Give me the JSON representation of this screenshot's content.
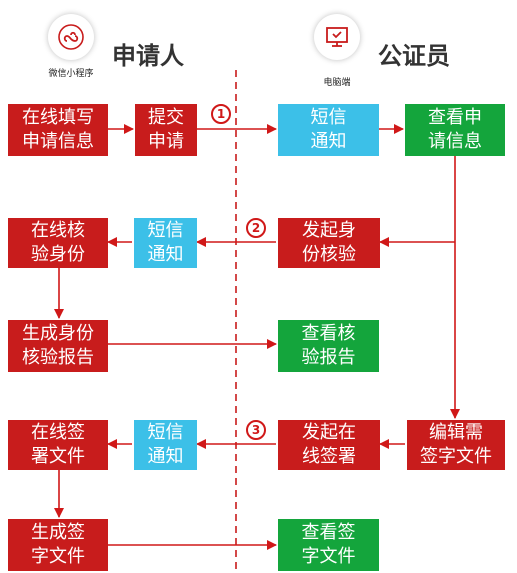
{
  "header": {
    "applicant": {
      "title": "申请人",
      "icon_caption": "微信小程序",
      "icon": "mini-program-icon"
    },
    "notary": {
      "title": "公证员",
      "icon_caption": "电脑端",
      "icon": "monitor-icon"
    }
  },
  "steps": {
    "s1": "1",
    "s2": "2",
    "s3": "3"
  },
  "nodes": {
    "fill_info": "在线填写\n申请信息",
    "submit": "提交\n申请",
    "sms1": "短信\n通知",
    "view_info": "查看申\n请信息",
    "verify_online": "在线核\n验身份",
    "sms2": "短信\n通知",
    "start_verify": "发起身\n份核验",
    "gen_report": "生成身份\n核验报告",
    "view_report": "查看核\n验报告",
    "sign_online": "在线签\n署文件",
    "sms3": "短信\n通知",
    "start_sign": "发起在\n线签署",
    "edit_docs": "编辑需\n签字文件",
    "gen_docs": "生成签\n字文件",
    "view_docs": "查看签\n字文件"
  },
  "colors": {
    "red": "#c81c1c",
    "cyan": "#3cc0e8",
    "green": "#14a53c",
    "arrow": "#d01818"
  }
}
